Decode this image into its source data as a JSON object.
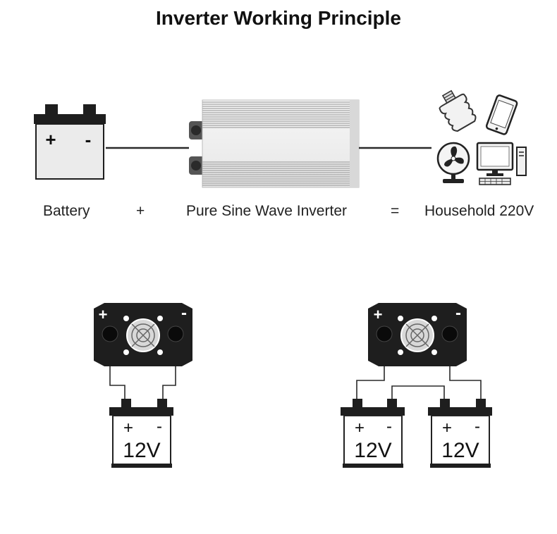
{
  "title": "Inverter Working Principle",
  "equation": {
    "battery": "Battery",
    "plus": "+",
    "inverter": "Pure Sine Wave Inverter",
    "equals": "=",
    "household": "Household 220V"
  },
  "terminals": {
    "positive": "+",
    "negative": "-"
  },
  "battery_voltage": "12V",
  "colors": {
    "terminal_dark": "#1e1e1e",
    "battery_fill": "#ebebeb",
    "inverter_body": "#f3f3f3",
    "inverter_fin": "#a9a9a9",
    "wire": "#2a2a2a"
  }
}
